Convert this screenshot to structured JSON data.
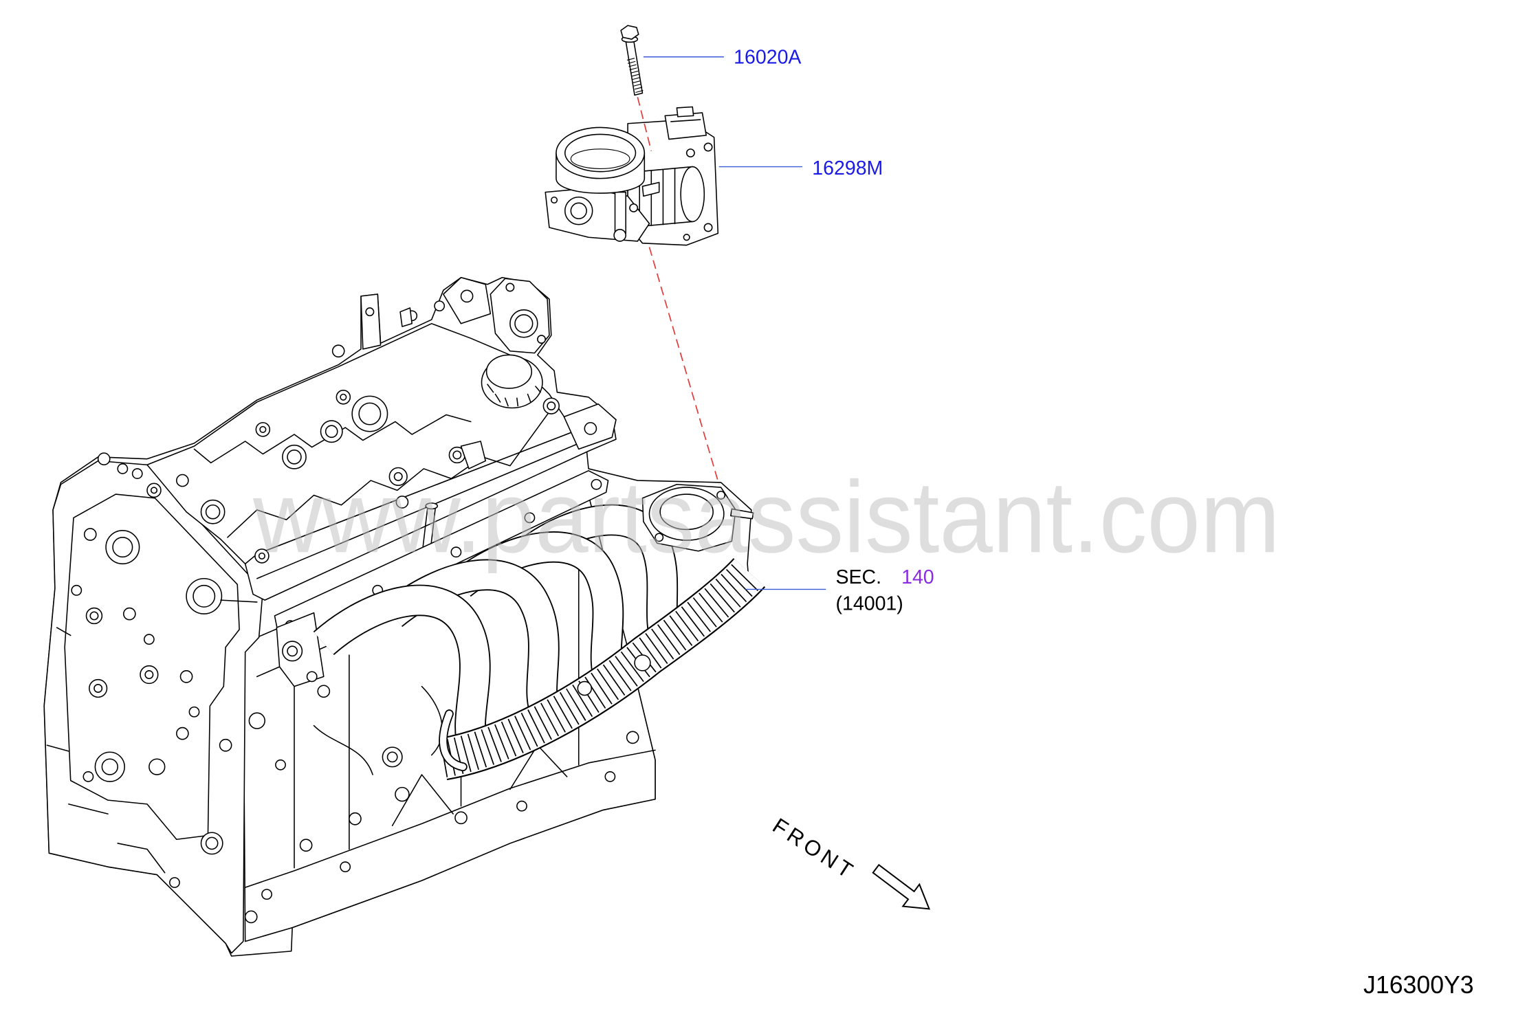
{
  "diagram": {
    "code": "J16300Y3",
    "watermark": "www.partsassistant.com",
    "front_label": "FRONT"
  },
  "callouts": {
    "bolt": {
      "part_number": "16020A"
    },
    "throttle_body": {
      "part_number": "16298M"
    },
    "intake_manifold": {
      "section_prefix": "SEC.",
      "section_number": "140",
      "section_sub": "(14001)"
    }
  },
  "colors": {
    "part_link": "#1a1ae6",
    "section_link": "#8a2be2",
    "leader_line": "#3d5bd9",
    "dashed_guide": "#e23b3b",
    "line_art": "#000000",
    "watermark": "#bdbdbd"
  },
  "icons": {
    "front_arrow": "front-direction-arrow-icon"
  }
}
